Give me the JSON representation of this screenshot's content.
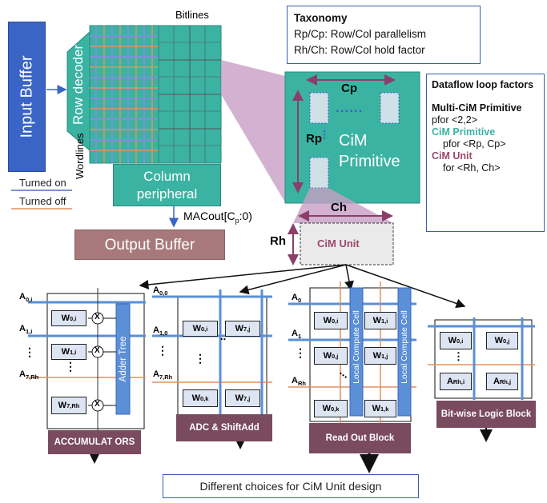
{
  "input_buffer": "Input Buffer",
  "row_decoder": "Row decoder",
  "bitlines": "Bitlines",
  "wordlines": "Wordlines",
  "column_peripheral": "Column peripheral",
  "output_buffer": "Output Buffer",
  "macout": {
    "main": "MACout[C",
    "sub": "p",
    "tail": ":0)"
  },
  "legend": {
    "on": "Turned on",
    "off": "Turned off"
  },
  "taxonomy": {
    "title": "Taxonomy",
    "line1": "Rp/Cp: Row/Col parallelism",
    "line2": "Rh/Ch: Row/Col hold factor"
  },
  "cim_primitive": {
    "cp": "Cp",
    "rp": "Rp",
    "label": "CiM Primitive",
    "dots_h": "......",
    "dots_v": "..."
  },
  "cim_unit": {
    "label": "CiM Unit",
    "ch": "Ch",
    "rh": "Rh"
  },
  "dataflow": {
    "title": "Dataflow loop factors",
    "multi": "Multi-CiM Primitive",
    "multi_pfor": "pfor <2,2>",
    "prim": "CiM Primitive",
    "prim_pfor": "pfor <Rp, Cp>",
    "unit": "CiM Unit",
    "unit_for": "for <Rh, Ch>"
  },
  "colors": {
    "blue": "#3a64c6",
    "teal": "#3bb3a3",
    "mauve": "#a8797a",
    "block": "#7a4a5e",
    "line_on": "#7f8fd8",
    "line_off": "#e2915e",
    "prim_dark": "#3aa79a"
  },
  "units": {
    "u1": {
      "a_labels": [
        {
          "m": "A",
          "s": "0,i"
        },
        {
          "m": "A",
          "s": "1,i"
        },
        {
          "m": "⋮",
          "s": ""
        },
        {
          "m": "A",
          "s": "7,Rh"
        }
      ],
      "w": [
        {
          "m": "W",
          "s": "0,i"
        },
        {
          "m": "W",
          "s": "1,i"
        },
        {
          "m": "W",
          "s": "7,Rh"
        }
      ],
      "mult": "X",
      "adder": "Adder Tree",
      "block": "ACCUMULAT ORS"
    },
    "u2": {
      "a_labels": [
        {
          "m": "A",
          "s": "0,0"
        },
        {
          "m": "A",
          "s": "1,0"
        },
        {
          "m": "⋮",
          "s": ""
        },
        {
          "m": "A",
          "s": "7,Rh"
        }
      ],
      "w": [
        {
          "m": "W",
          "s": "0,i"
        },
        {
          "m": "W",
          "s": "7,j"
        },
        {
          "m": "W",
          "s": "0,k"
        },
        {
          "m": "W",
          "s": "7,j"
        }
      ],
      "block": "ADC & ShiftAdd"
    },
    "u3": {
      "a_labels": [
        {
          "m": "A",
          "s": "0"
        },
        {
          "m": "A",
          "s": "1"
        },
        {
          "m": "⋮",
          "s": ""
        },
        {
          "m": "A",
          "s": "Rh"
        }
      ],
      "w": [
        {
          "m": "W",
          "s": "0,i"
        },
        {
          "m": "W",
          "s": "1,i"
        },
        {
          "m": "W",
          "s": "0,j"
        },
        {
          "m": "W",
          "s": "1,j"
        },
        {
          "m": "W",
          "s": "0,k"
        },
        {
          "m": "W",
          "s": "1,k"
        }
      ],
      "lcc": "Local Compute Cell",
      "block": "Read Out Block"
    },
    "u4": {
      "w": [
        {
          "m": "W",
          "s": "0,i"
        },
        {
          "m": "W",
          "s": "0,j"
        },
        {
          "m": "A",
          "s": "Rh,i"
        },
        {
          "m": "A",
          "s": "Rh,j"
        }
      ],
      "block": "Bit-wise Logic Block"
    }
  },
  "caption": "Different choices for CiM Unit design"
}
